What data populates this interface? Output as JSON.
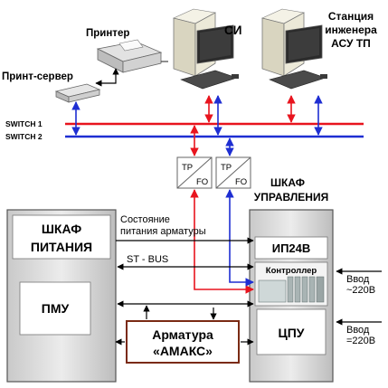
{
  "labels": {
    "printer": "Принтер",
    "print_server": "Принт-сервер",
    "si": "СИ",
    "station_line1": "Станция",
    "station_line2": "инженера",
    "station_line3": "АСУ ТП",
    "switch1": "SWITCH 1",
    "switch2": "SWITCH 2",
    "tpfo_tp": "TP",
    "tpfo_fo": "FO",
    "cabinet_power_line1": "ШКАФ",
    "cabinet_power_line2": "ПИТАНИЯ",
    "pmu": "ПМУ",
    "cabinet_control_line1": "ШКАФ",
    "cabinet_control_line2": "УПРАВЛЕНИЯ",
    "ip24v": "ИП24В",
    "controller": "Контроллер",
    "cpu": "ЦПУ",
    "state_line1": "Состояние",
    "state_line2": "питания арматуры",
    "stbus": "ST - BUS",
    "armature_line1": "Арматура",
    "armature_line2": "«АМАКС»",
    "input1_line1": "Ввод",
    "input1_line2": "~220В",
    "input2_line1": "Ввод",
    "input2_line2": "=220В"
  },
  "colors": {
    "switch1": "#e8141e",
    "switch2": "#1e2ed2",
    "armature_border": "#7a2a14",
    "cabinet_fill": "#d8d8d8",
    "cabinet_border": "#555555",
    "pc_body": "#ece9d8"
  },
  "icons": [
    "computer-icon",
    "printer-icon",
    "print-server-icon"
  ]
}
